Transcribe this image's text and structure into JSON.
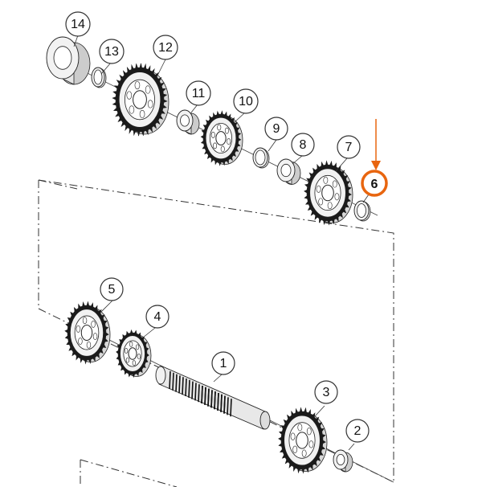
{
  "diagram": {
    "highlight_color": "#E8650F",
    "line_color": "#222222",
    "part_fill": "#f2f2f2",
    "highlighted_callout": "6",
    "callouts": [
      {
        "id": "c1",
        "label": "1"
      },
      {
        "id": "c2",
        "label": "2"
      },
      {
        "id": "c3",
        "label": "3"
      },
      {
        "id": "c4",
        "label": "4"
      },
      {
        "id": "c5",
        "label": "5"
      },
      {
        "id": "c6",
        "label": "6"
      },
      {
        "id": "c7",
        "label": "7"
      },
      {
        "id": "c8",
        "label": "8"
      },
      {
        "id": "c9",
        "label": "9"
      },
      {
        "id": "c10",
        "label": "10"
      },
      {
        "id": "c11",
        "label": "11"
      },
      {
        "id": "c12",
        "label": "12"
      },
      {
        "id": "c13",
        "label": "13"
      },
      {
        "id": "c14",
        "label": "14"
      }
    ]
  }
}
